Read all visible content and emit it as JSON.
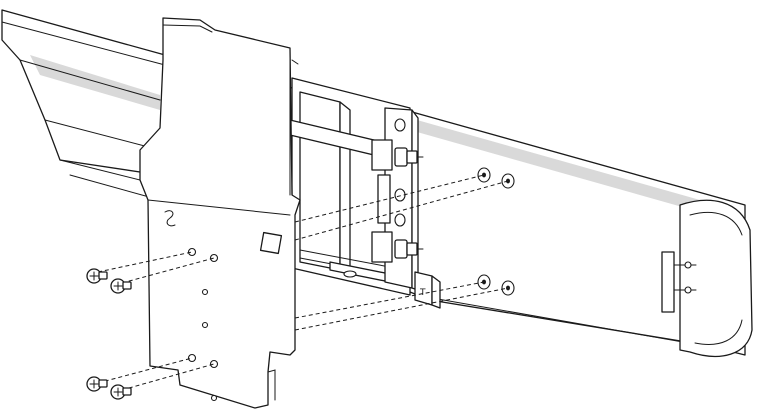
{
  "figure": {
    "description_labels": [],
    "rail_tab_marking": "T",
    "colors": {
      "line": "#1a1a1a",
      "shade": "#d9d9d9",
      "background": "#ffffff"
    }
  },
  "parts": {
    "screw_count": 4,
    "rail_hole_count": 4,
    "plate_hole_count": 4
  }
}
